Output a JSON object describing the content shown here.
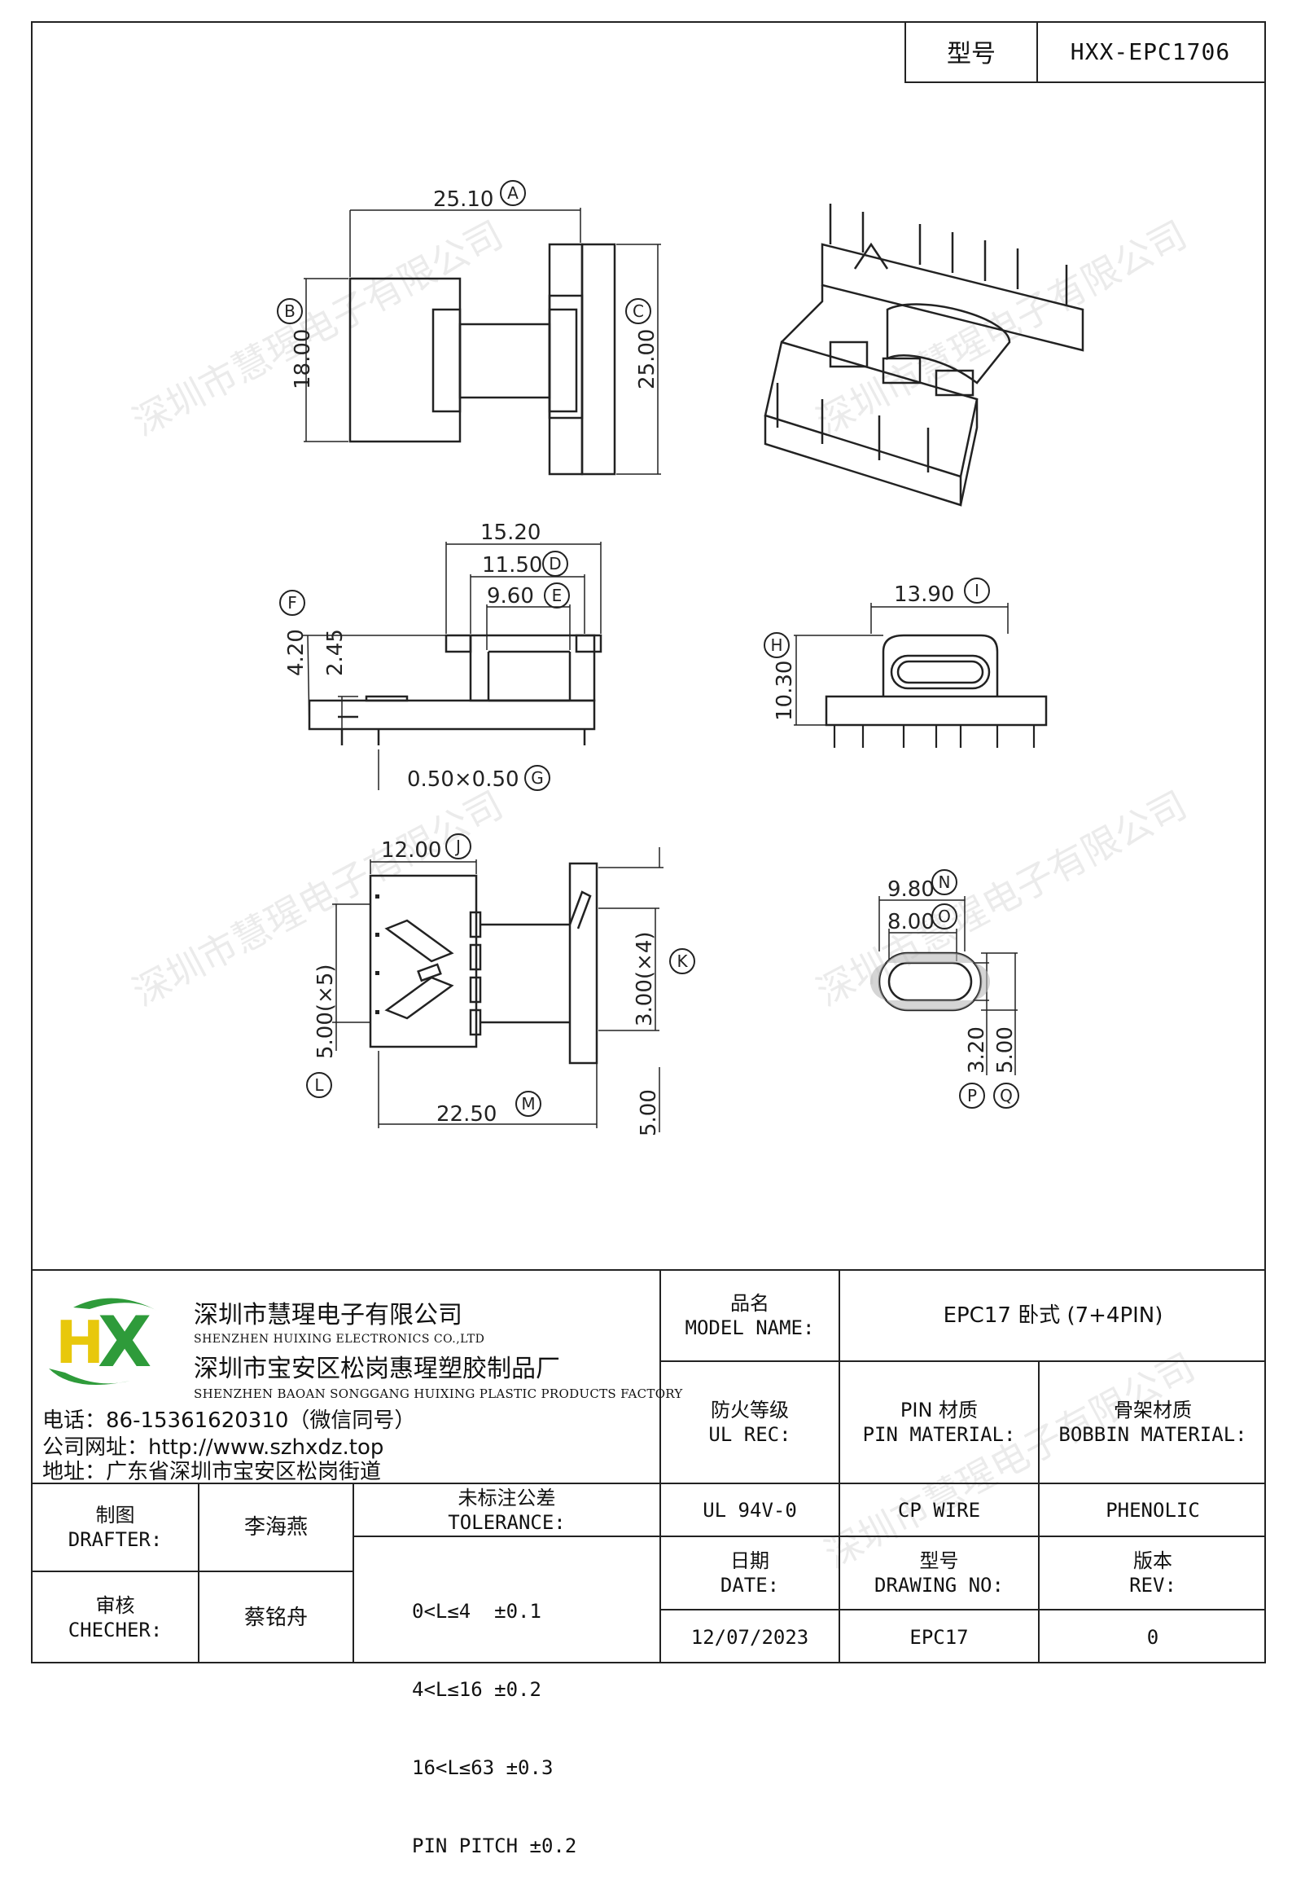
{
  "header": {
    "type_label": "型号",
    "type_value": "HXX-EPC1706"
  },
  "watermark": "深圳市慧瑆电子有限公司",
  "dimensions": {
    "A": "25.10",
    "B": "18.00",
    "C": "25.00",
    "D": "11.50",
    "E": "9.60",
    "F": "4.20",
    "G": "0.50×0.50",
    "H": "10.30",
    "I": "13.90",
    "J": "12.00",
    "K": "3.00(×4)",
    "L": "5.00(×5)",
    "M": "22.50",
    "N": "9.80",
    "O": "8.00",
    "P": "3.20",
    "Q": "5.00",
    "width_total": "15.20",
    "height_inner": "2.45",
    "pin_bottom": "5.00"
  },
  "letters": {
    "A": "A",
    "B": "B",
    "C": "C",
    "D": "D",
    "E": "E",
    "F": "F",
    "G": "G",
    "H": "H",
    "I": "I",
    "J": "J",
    "K": "K",
    "L": "L",
    "M": "M",
    "N": "N",
    "O": "O",
    "P": "P",
    "Q": "Q"
  },
  "company": {
    "name_cn": "深圳市慧瑆电子有限公司",
    "name_en": "SHENZHEN HUIXING ELECTRONICS CO.,LTD",
    "factory_cn": "深圳市宝安区松岗惠瑆塑胶制品厂",
    "factory_en": "SHENZHEN BAOAN SONGGANG HUIXING PLASTIC PRODUCTS FACTORY",
    "phone": "电话：86-15361620310（微信同号）",
    "website": "公司网址：http://www.szhxdz.top",
    "address": "地址：广东省深圳市宝安区松岗街道",
    "logo_letters": "HX",
    "logo_colors": {
      "green": "#2e9b3a",
      "yellow": "#e8c80c"
    }
  },
  "title_block": {
    "model_label_cn": "品名",
    "model_label_en": "MODEL NAME:",
    "model_value": "EPC17 卧式 (7+4PIN)",
    "ul_label_cn": "防火等级",
    "ul_label_en": "UL REC:",
    "pin_label_cn": "PIN 材质",
    "pin_label_en": "PIN MATERIAL:",
    "bobbin_label_cn": "骨架材质",
    "bobbin_label_en": "BOBBIN MATERIAL:",
    "ul_value": "UL 94V-0",
    "pin_value": "CP WIRE",
    "bobbin_value": "PHENOLIC",
    "drafter_cn": "制图",
    "drafter_en": "DRAFTER:",
    "drafter_name": "李海燕",
    "checker_cn": "审核",
    "checker_en": "CHECHER:",
    "checker_name": "蔡铭舟",
    "tolerance_cn": "未标注公差",
    "tolerance_en": "TOLERANCE:",
    "tolerances": [
      "0<L≤4  ±0.1",
      "4<L≤16 ±0.2",
      "16<L≤63 ±0.3",
      "PIN PITCH ±0.2"
    ],
    "date_cn": "日期",
    "date_en": "DATE:",
    "date_value": "12/07/2023",
    "drawing_cn": "型号",
    "drawing_en": "DRAWING NO:",
    "drawing_value": "EPC17",
    "rev_cn": "版本",
    "rev_en": "REV:",
    "rev_value": "0"
  }
}
